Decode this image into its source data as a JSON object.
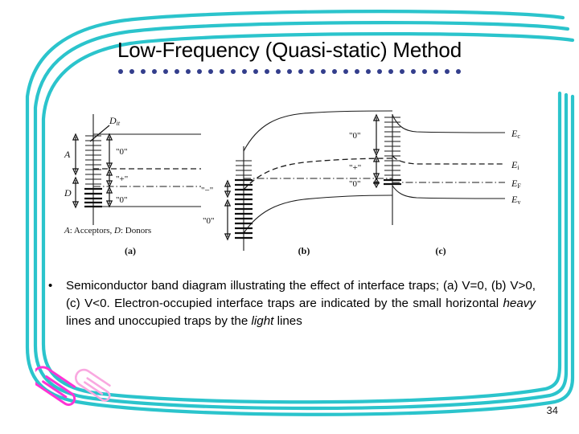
{
  "slide": {
    "title": "Low-Frequency (Quasi-static) Method",
    "page_number": "34",
    "accent_color": "#2BC4CC",
    "dot_color": "#333E8C",
    "clip_color_front": "#FF33D4",
    "clip_color_back": "#F9A8E0",
    "dot_count": 31
  },
  "body": {
    "bullet_marker": "•",
    "text_part_1": "Semiconductor band diagram illustrating the effect of interface traps; (a) V=0, (b) V>0, (c) V<0. Electron-occupied interface traps are indicated by the small horizontal ",
    "emphasis_1": "heavy",
    "text_part_2": " lines and unoccupied traps by the ",
    "emphasis_2": "light",
    "text_part_3": " lines"
  },
  "figure": {
    "caption_a": "(a)",
    "caption_b": "(b)",
    "caption_c": "(c)",
    "legend_a": "A: Acceptors, D: Donors",
    "legend_a_sym1": "A",
    "legend_a_rest1": ": Acceptors, ",
    "legend_a_sym2": "D",
    "legend_a_rest2": ": Donors",
    "panel_a": {
      "label_dit": "D",
      "label_dit_sub": "it",
      "label_A": "A",
      "label_D": "D",
      "charge_top": "\"0\"",
      "charge_mid": "\"+\"",
      "charge_bot": "\"0\""
    },
    "panel_b": {
      "charge_minus": "\"−\"",
      "charge_zero": "\"0\""
    },
    "panel_c": {
      "charge_top": "\"0\"",
      "charge_mid": "\"+\"",
      "charge_bot": "\"0\"",
      "level_ec": "E",
      "level_ec_sub": "c",
      "level_ei": "E",
      "level_ei_sub": "i",
      "level_ef": "E",
      "level_ef_sub": "F",
      "level_ev": "E",
      "level_ev_sub": "v"
    }
  }
}
